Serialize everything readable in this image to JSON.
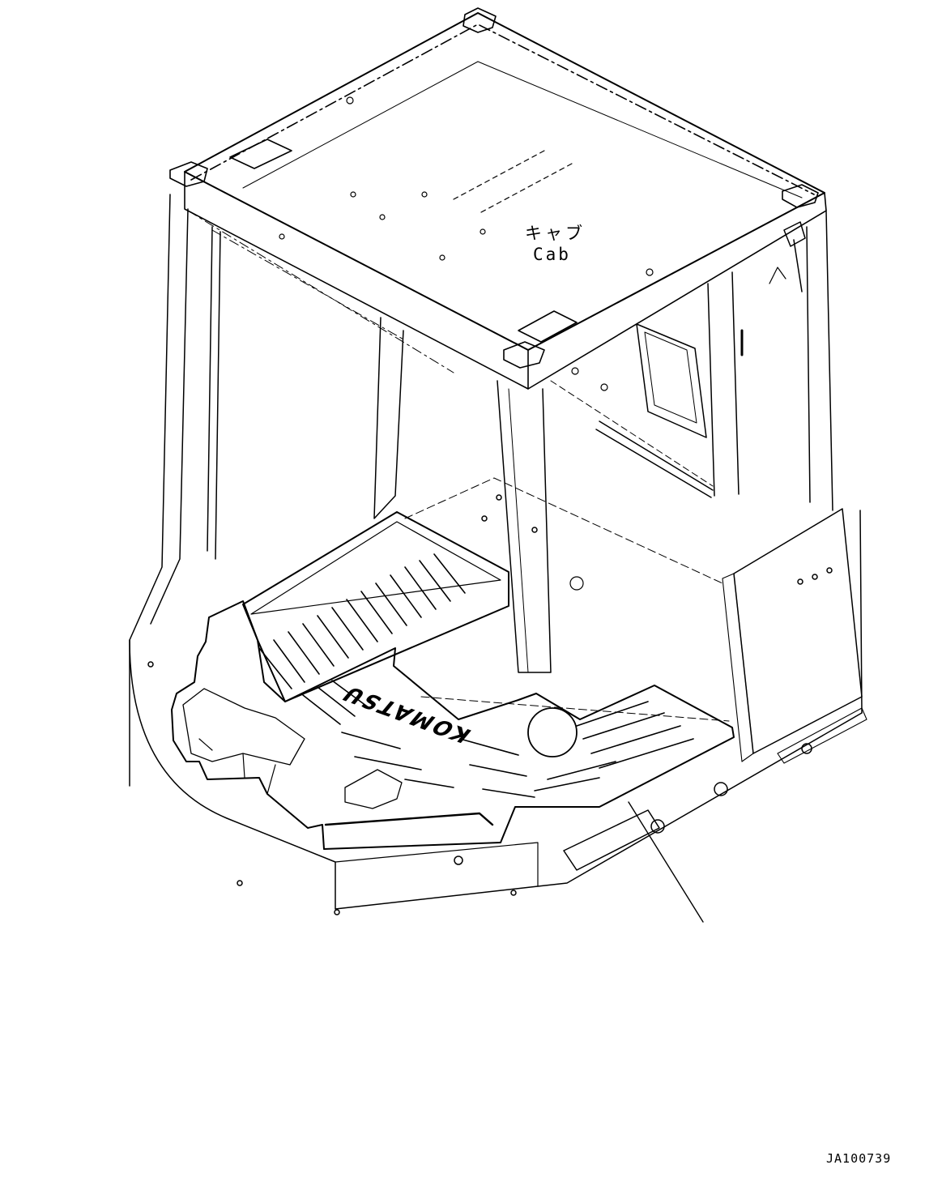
{
  "part_label": {
    "japanese": "キャブ",
    "english": "Cab"
  },
  "floor_mat_logo": "KOMATSU",
  "drawing_number": "JA100739"
}
